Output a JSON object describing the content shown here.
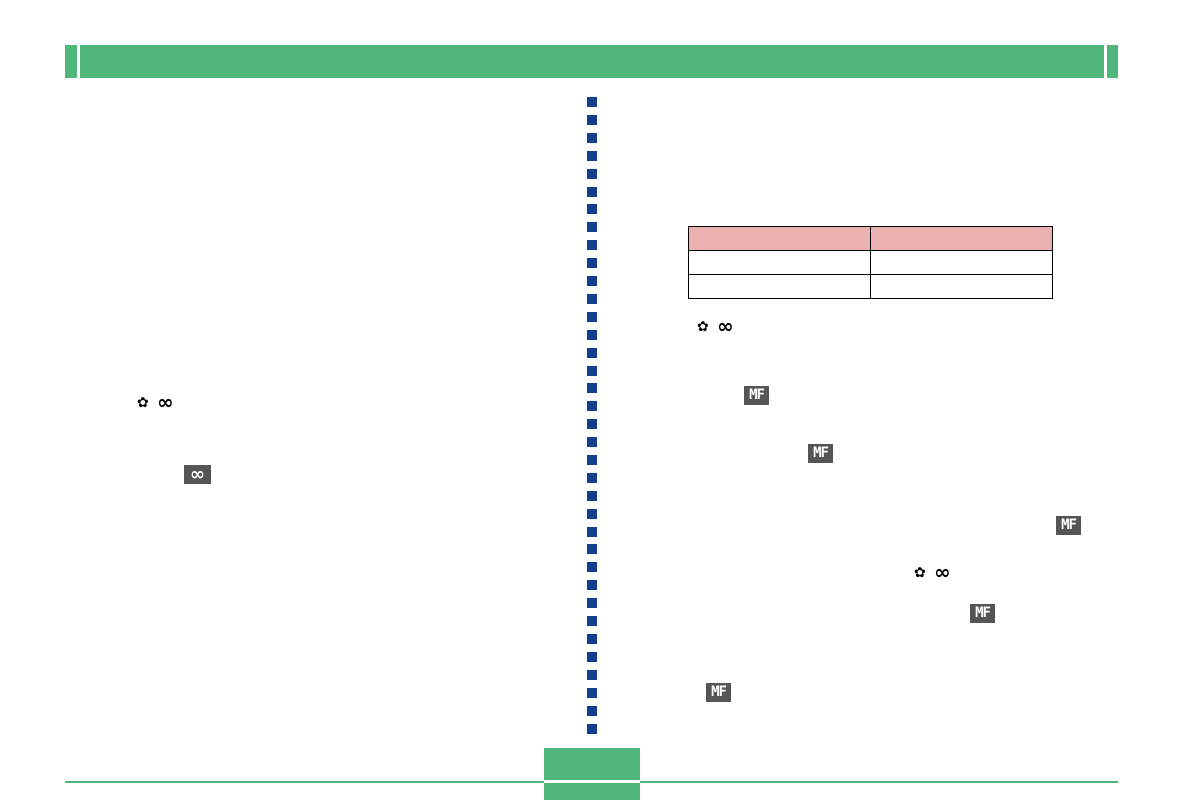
{
  "icons": {
    "macro": "✿",
    "infinity": "∞",
    "mf": "MF"
  },
  "colors": {
    "header_green": "#50b67c",
    "divider_blue": "#123e8e",
    "table_header_pink": "#ebb0b0",
    "icon_box_gray": "#555555"
  },
  "table": {
    "columns": 2,
    "rows": 3
  }
}
